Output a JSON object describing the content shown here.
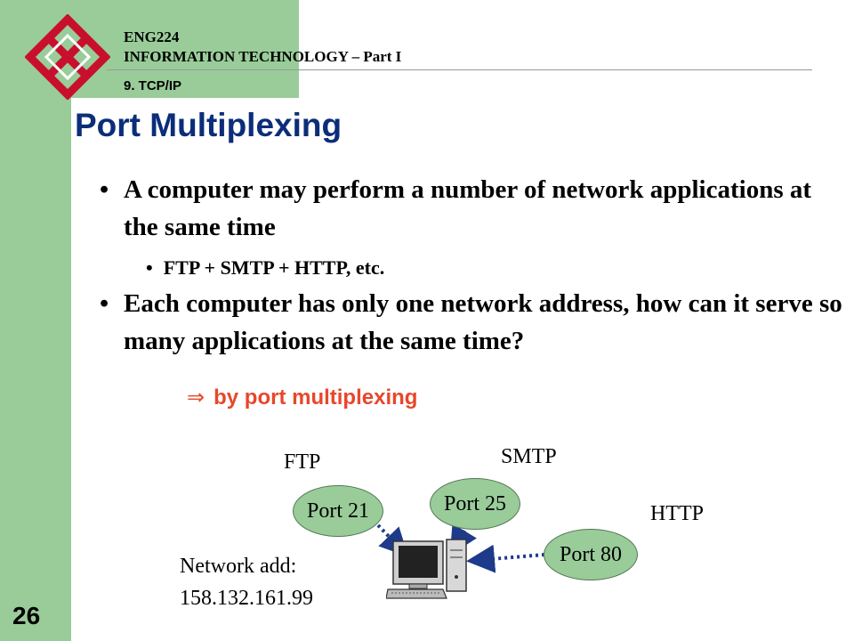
{
  "header": {
    "course_code": "ENG224",
    "course_name": "INFORMATION TECHNOLOGY – Part I",
    "section": "9. TCP/IP"
  },
  "title": "Port Multiplexing",
  "bullets": [
    {
      "marker": "•",
      "text": "A computer may perform a number of network applications at the same time"
    },
    {
      "marker": "•",
      "text": "FTP + SMTP + HTTP, etc."
    },
    {
      "marker": "•",
      "text": "Each computer has only one network address, how can it serve so many applications at the same time?"
    }
  ],
  "conclusion": {
    "symbol": "⇒",
    "text": "by port multiplexing"
  },
  "diagram": {
    "apps": {
      "ftp": "FTP",
      "smtp": "SMTP",
      "http": "HTTP"
    },
    "ports": {
      "p21": "Port 21",
      "p25": "Port 25",
      "p80": "Port 80"
    },
    "network_label": "Network add:",
    "network_address": "158.132.161.99",
    "computer_icon": "desktop-computer-icon"
  },
  "page_number": "26",
  "logo_icon": "university-crest-logo",
  "colors": {
    "sidebar": "#99cc99",
    "title": "#0b2d7a",
    "highlight": "#e8472b",
    "port_fill": "#99cc99",
    "arrow": "#1e3a8a"
  }
}
